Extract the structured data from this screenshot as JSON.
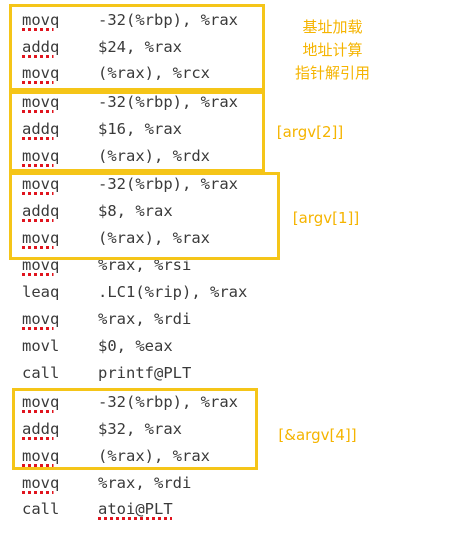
{
  "code_lines": [
    {
      "mnemonic": "movq",
      "operands": "-32(%rbp), %rax"
    },
    {
      "mnemonic": "addq",
      "operands": "$24, %rax"
    },
    {
      "mnemonic": "movq",
      "operands": "(%rax), %rcx"
    },
    {
      "mnemonic": "movq",
      "operands": "-32(%rbp), %rax"
    },
    {
      "mnemonic": "addq",
      "operands": "$16, %rax"
    },
    {
      "mnemonic": "movq",
      "operands": "(%rax), %rdx"
    },
    {
      "mnemonic": "movq",
      "operands": "-32(%rbp), %rax"
    },
    {
      "mnemonic": "addq",
      "operands": "$8, %rax"
    },
    {
      "mnemonic": "movq",
      "operands": "(%rax), %rax"
    },
    {
      "mnemonic": "movq",
      "operands": "%rax, %rsi"
    },
    {
      "mnemonic": "leaq",
      "operands": ".LC1(%rip), %rax"
    },
    {
      "mnemonic": "movq",
      "operands": "%rax, %rdi"
    },
    {
      "mnemonic": "movl",
      "operands": "$0, %eax"
    },
    {
      "mnemonic": "call",
      "operands": "printf@PLT"
    },
    {
      "mnemonic": "movq",
      "operands": "-32(%rbp), %rax"
    },
    {
      "mnemonic": "addq",
      "operands": "$32, %rax"
    },
    {
      "mnemonic": "movq",
      "operands": "(%rax), %rax"
    },
    {
      "mnemonic": "movq",
      "operands": "%rax, %rdi"
    },
    {
      "mnemonic": "call",
      "operands": "atoi@PLT"
    }
  ],
  "annotations": {
    "note1": {
      "line1": "基址加载",
      "line2": "地址计算",
      "line3": "指针解引用"
    },
    "note2": "[argv[2]]",
    "note3": "[argv[1]]",
    "note4": "[&argv[4]]"
  },
  "colors": {
    "highlight_box": "#f5c518",
    "annotation_text": "#f5b400",
    "squiggle": "#e0141e",
    "code_text": "#3a3a3a"
  }
}
